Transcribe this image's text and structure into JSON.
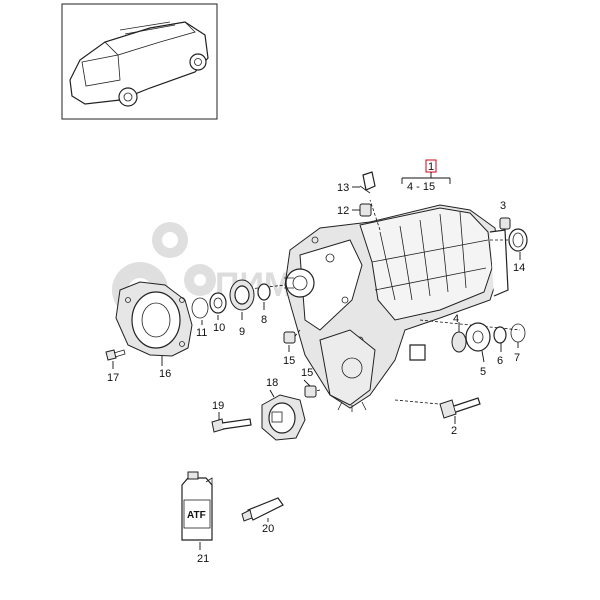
{
  "watermark": {
    "text": "ПИМАЙТЬ",
    "color": "#d9d9d9"
  },
  "callouts": {
    "group_ref": "1",
    "group_range": "4 - 15",
    "c2": "2",
    "c3": "3",
    "c4": "4",
    "c5": "5",
    "c6": "6",
    "c7": "7",
    "c8": "8",
    "c9": "9",
    "c10": "10",
    "c11": "11",
    "c12": "12",
    "c13": "13",
    "c14": "14",
    "c15a": "15",
    "c15b": "15",
    "c16": "16",
    "c17": "17",
    "c18": "18",
    "c19": "19",
    "c20": "20",
    "c21": "21"
  },
  "labels": {
    "atf": "ATF"
  },
  "colors": {
    "highlight": "#d0021b",
    "line": "#222222"
  }
}
